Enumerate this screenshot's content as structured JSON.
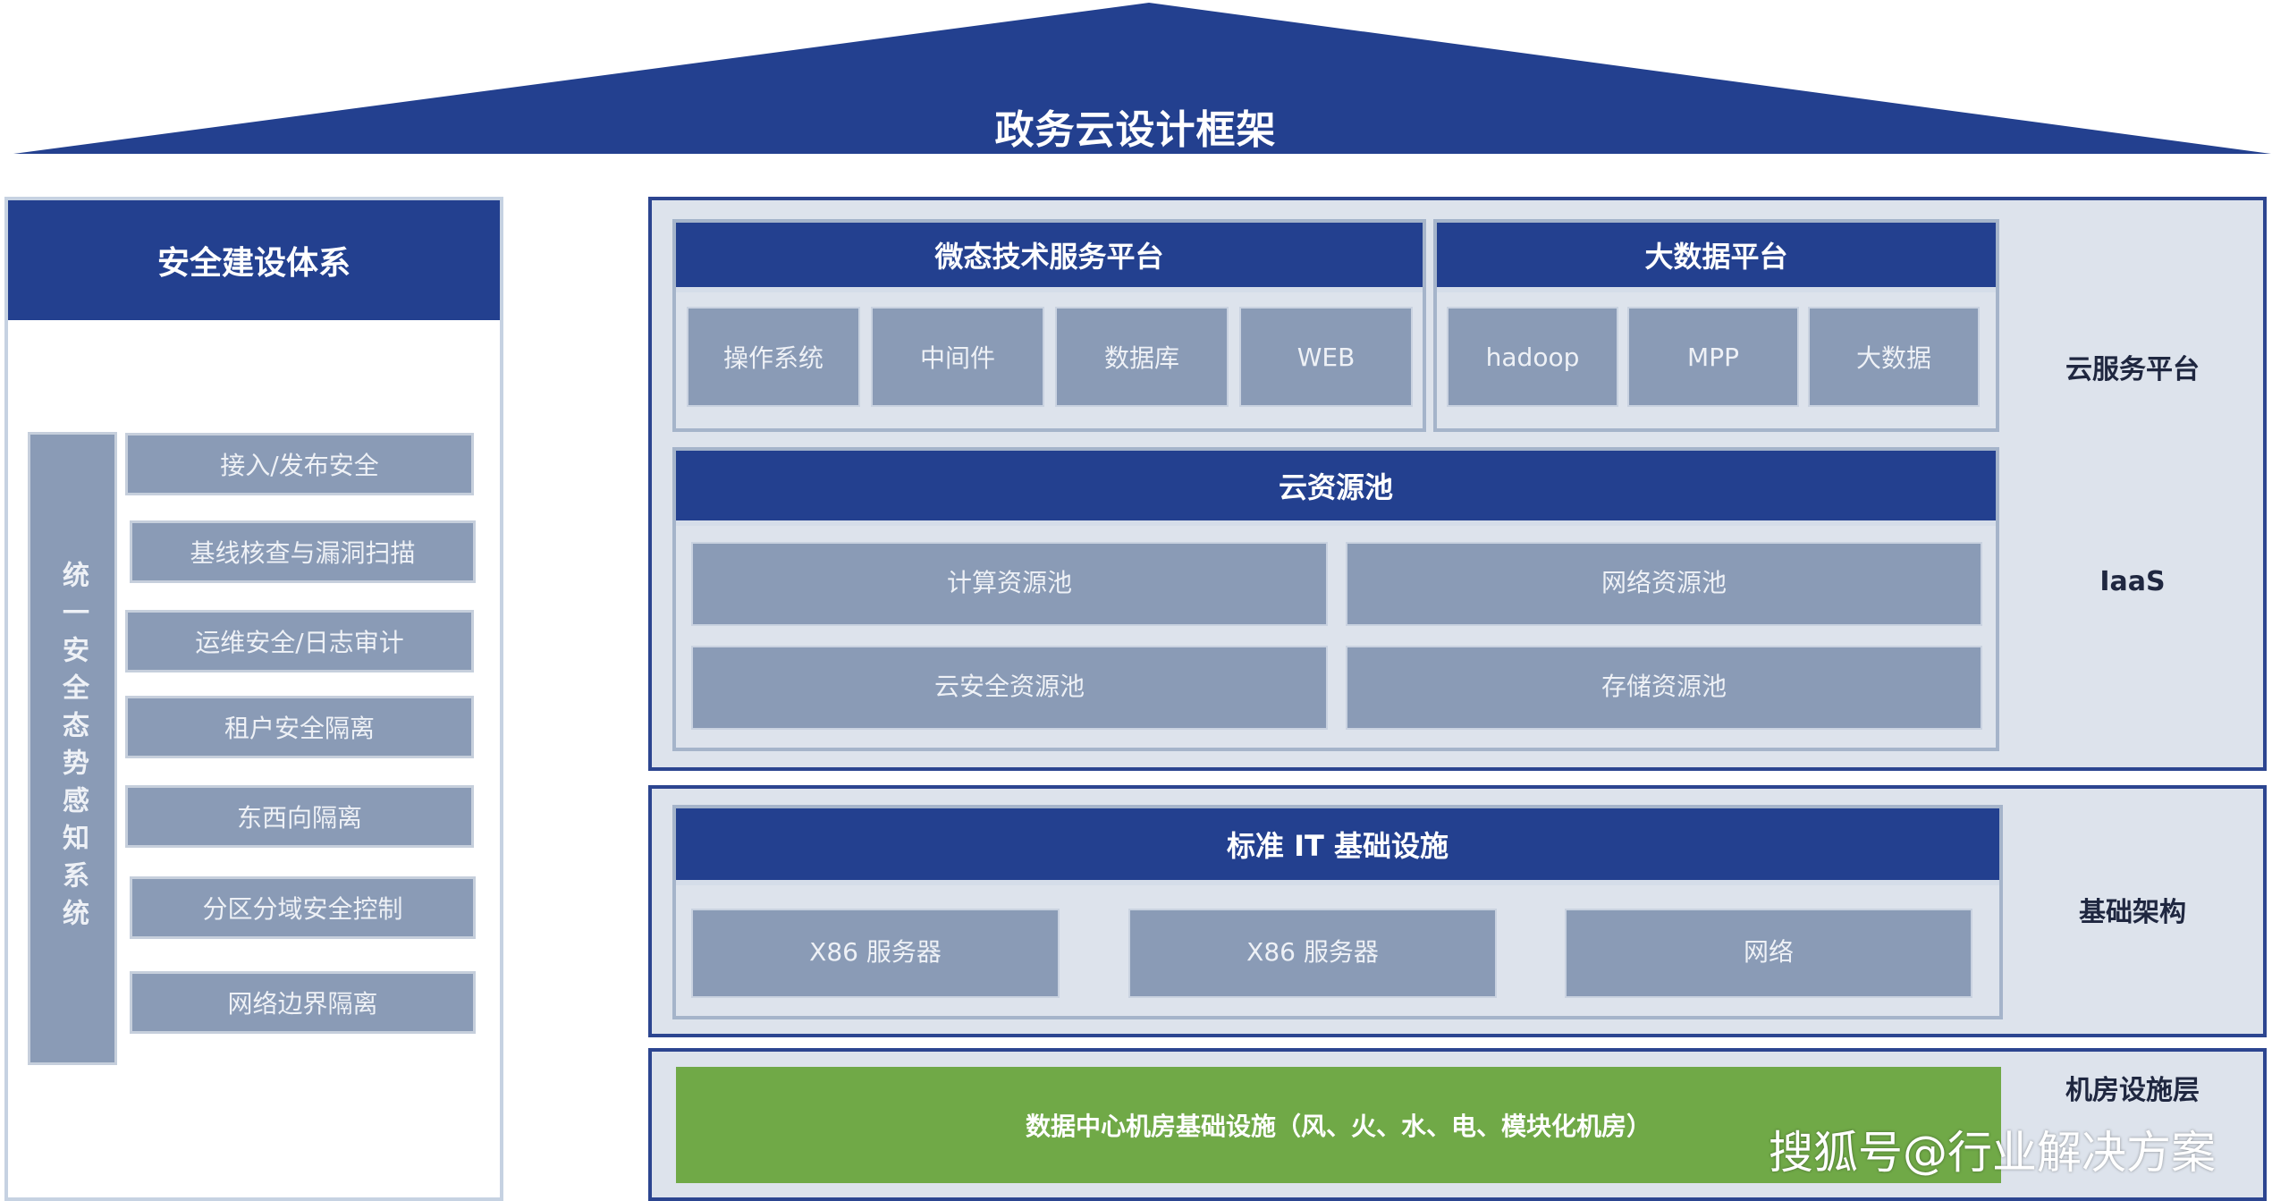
{
  "title": "政务云设计框架",
  "security": {
    "title": "安全建设体系",
    "side_label": "统一安全态势感知系统",
    "items": [
      "接入/发布安全",
      "基线核查与漏洞扫描",
      "运维安全/日志审计",
      "租户安全隔离",
      "东西向隔离",
      "分区分域安全控制",
      "网络边界隔离"
    ]
  },
  "cloud_service": {
    "label": "云服务平台",
    "microservice": {
      "title": "微态技术服务平台",
      "items": [
        "操作系统",
        "中间件",
        "数据库",
        "WEB"
      ]
    },
    "bigdata": {
      "title": "大数据平台",
      "items": [
        "hadoop",
        "MPP",
        "大数据"
      ]
    }
  },
  "iaas": {
    "label": "IaaS",
    "title": "云资源池",
    "items": [
      {
        "name": "计算资源池",
        "sub": ""
      },
      {
        "name": "网络资源池",
        "sub": ""
      },
      {
        "name": "云安全资源池",
        "sub": ""
      },
      {
        "name": "存储资源池",
        "sub": ""
      }
    ]
  },
  "infra": {
    "label": "基础架构",
    "title": "标准 IT 基础设施",
    "items": [
      {
        "name": "X86 服务器",
        "sub": ""
      },
      {
        "name": "X86 服务器",
        "sub": ""
      },
      {
        "name": "网络",
        "sub": ""
      }
    ]
  },
  "datacenter": {
    "label": "机房设施层",
    "text": "数据中心机房基础设施（风、火、水、电、模块化机房）"
  },
  "watermark": "搜狐号@行业解决方案",
  "colors": {
    "navy": "#23408f",
    "tile": "#8a9bb6",
    "panel": "#dde3ec",
    "green": "#70a947"
  }
}
